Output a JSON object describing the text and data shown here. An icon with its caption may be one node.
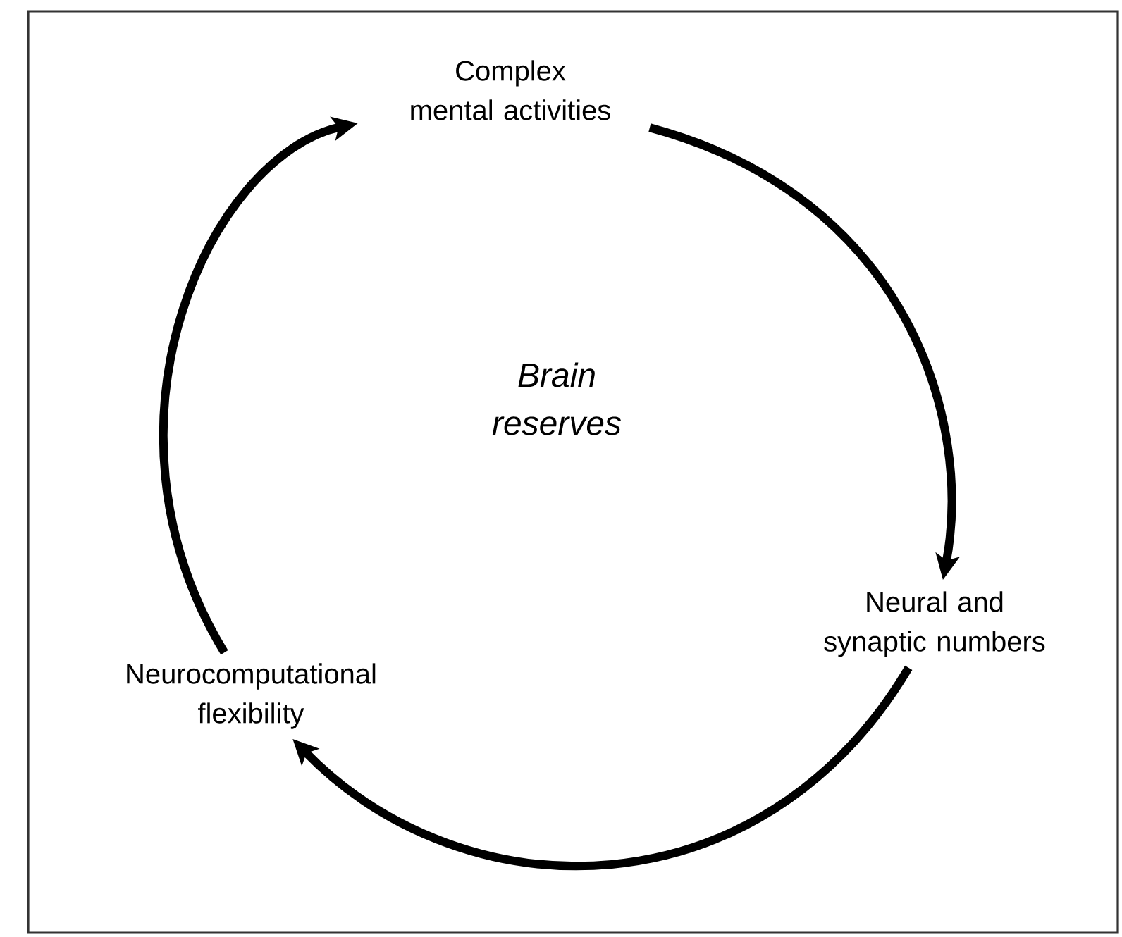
{
  "diagram": {
    "nodes": [
      {
        "text": [
          "Complex mental activities"
        ]
      },
      {
        "text": [
          "Neural and synaptic numbers"
        ]
      },
      {
        "text": [
          "Neurocomputational flexibility"
        ]
      }
    ],
    "edges": [
      {
        "from": 0,
        "to": 1,
        "arrow": "to"
      },
      {
        "from": 1,
        "to": 2,
        "arrow": "to"
      },
      {
        "from": 2,
        "to": 0,
        "arrow": "to"
      }
    ],
    "labels": [
      "*Brain reserves*"
    ]
  }
}
